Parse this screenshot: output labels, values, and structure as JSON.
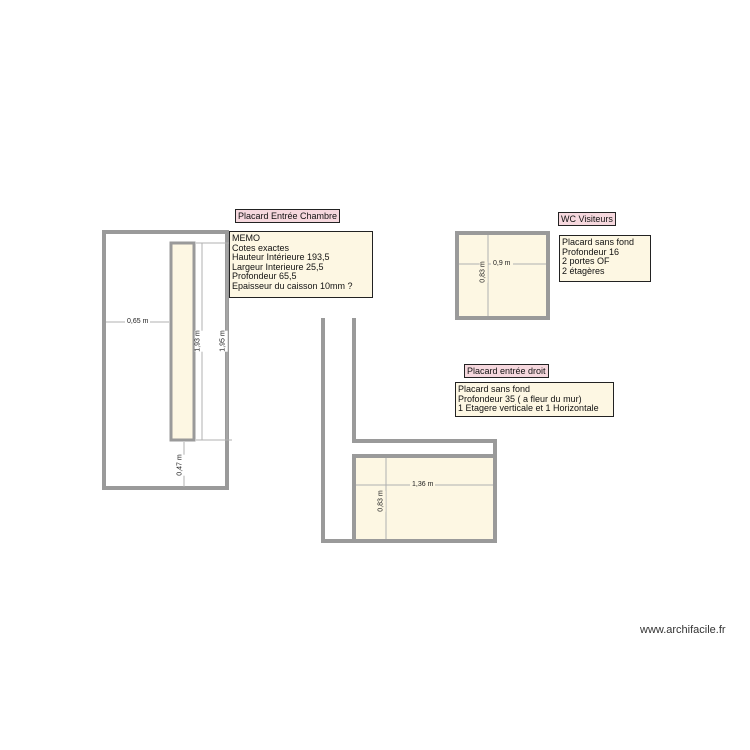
{
  "labels": {
    "chambre": "Placard Entrée Chambre",
    "wc": "WC Visiteurs",
    "droit": "Placard entrée droit"
  },
  "notes": {
    "memo": [
      "MEMO",
      "Cotes exactes",
      "Hauteur Intérieure 193,5",
      "Largeur Interieure 25,5",
      "Profondeur 65,5",
      "Epaisseur du caisson 10mm ?"
    ],
    "wc": [
      "Placard sans fond",
      "Profondeur 16",
      "2 portes OF",
      "2 étagères"
    ],
    "droit": [
      "Placard sans fond",
      "Profondeur 35 ( a fleur du mur)",
      "1 Etagere verticale et 1 Horizontale"
    ]
  },
  "dimensions": {
    "left_width": "0,65 m",
    "left_inner_height": "1,93 m",
    "left_outer_height": "1,95 m",
    "left_bottom": "0,47 m",
    "wc_width": "0,9 m",
    "wc_height": "0,83 m",
    "droit_width": "1,36 m",
    "droit_height": "0,83 m"
  },
  "watermark": "www.archifacile.fr",
  "colors": {
    "wall": "#9a9a9a",
    "fill": "#fdf7e3",
    "label": "#f6d8de",
    "dim": "#b0b0b0"
  }
}
